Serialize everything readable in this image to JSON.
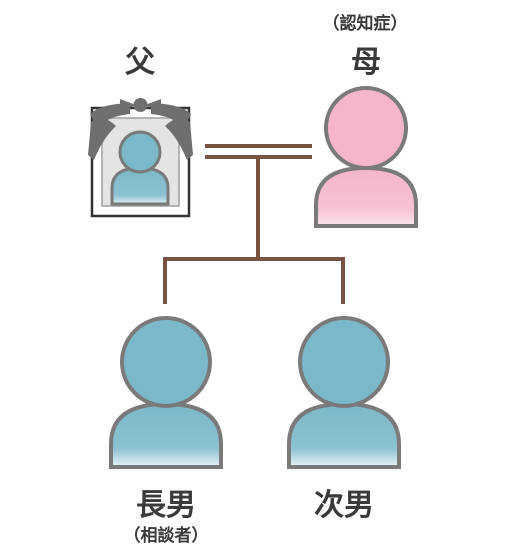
{
  "family": {
    "father": {
      "label": "父",
      "status": "故人"
    },
    "mother": {
      "label": "母",
      "note": "（認知症）"
    },
    "eldest_son": {
      "label": "長男",
      "note": "（相談者）"
    },
    "second_son": {
      "label": "次男"
    }
  },
  "colors": {
    "male": "#7bb8c9",
    "female": "#f4b6c8",
    "outline": "#7a7a7a",
    "line": "#7a5244",
    "ribbon": "#6f6f6f",
    "frame_bg": "#e4e4e4"
  }
}
